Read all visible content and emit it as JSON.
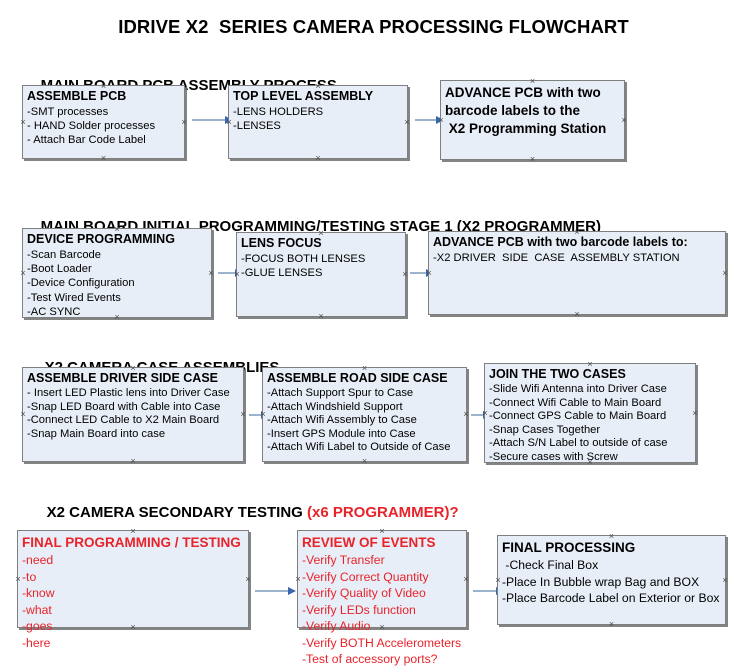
{
  "title": "IDRIVE X2  SERIES CAMERA PROCESSING FLOWCHART",
  "sections": [
    {
      "heading": "MAIN BOARD PCB ASSEMBLY PROCESS",
      "heading_accent": "",
      "boxes": [
        {
          "title": "ASSEMBLE PCB",
          "lines": [
            "-SMT processes",
            "- HAND Solder processes",
            "- Attach Bar Code Label"
          ]
        },
        {
          "title": "TOP LEVEL ASSEMBLY",
          "lines": [
            "-LENS HOLDERS",
            "-LENSES"
          ]
        },
        {
          "title": "ADVANCE PCB with two",
          "lines": [
            "barcode labels to the",
            " X2 Programming Station"
          ]
        }
      ]
    },
    {
      "heading": "MAIN BOARD INITIAL PROGRAMMING/TESTING STAGE 1 (X2 PROGRAMMER)",
      "heading_accent": "",
      "boxes": [
        {
          "title": "DEVICE PROGRAMMING",
          "lines": [
            "-Scan Barcode",
            "-Boot Loader",
            "-Device Configuration",
            "-Test Wired Events",
            "-AC SYNC"
          ]
        },
        {
          "title": "LENS FOCUS",
          "lines": [
            "-FOCUS BOTH LENSES",
            "-GLUE LENSES"
          ]
        },
        {
          "title": "ADVANCE PCB with two barcode labels to:",
          "lines": [
            "-X2 DRIVER  SIDE  CASE  ASSEMBLY STATION"
          ]
        }
      ]
    },
    {
      "heading": "X2 CAMERA CASE ASSEMBLIES",
      "heading_accent": "",
      "boxes": [
        {
          "title": "ASSEMBLE DRIVER SIDE CASE",
          "lines": [
            "- Insert LED Plastic lens into Driver Case",
            "-Snap LED Board with Cable into Case",
            "-Connect LED Cable to X2 Main Board",
            "-Snap Main Board into case"
          ]
        },
        {
          "title": "ASSEMBLE ROAD SIDE CASE",
          "lines": [
            "-Attach Support Spur to Case",
            "-Attach Windshield Support",
            "-Attach Wifi Assembly to Case",
            "-Insert GPS Module into Case",
            "-Attach Wifi Label to Outside of Case"
          ]
        },
        {
          "title": "JOIN THE TWO CASES",
          "lines": [
            "-Slide Wifi Antenna into Driver Case",
            "-Connect Wifi Cable to Main Board",
            "-Connect GPS Cable to Main Board",
            "-Snap Cases Together",
            "-Attach S/N Label to outside of case",
            "-Secure cases with Screw"
          ]
        }
      ]
    },
    {
      "heading": "X2 CAMERA SECONDARY TESTING ",
      "heading_accent": "(x6 PROGRAMMER)?",
      "boxes": [
        {
          "title": "FINAL PROGRAMMING / TESTING",
          "lines": [
            "-need",
            "-to",
            "-know",
            "-what",
            "-goes",
            "-here"
          ]
        },
        {
          "title": "REVIEW OF EVENTS",
          "lines": [
            "-Verify Transfer",
            "-Verify Correct Quantity",
            "-Verify Quality of Video",
            "-Verify LEDs function",
            "-Verify Audio",
            "-Verify BOTH Accelerometers",
            "-Test of accessory ports?"
          ]
        },
        {
          "title": "FINAL PROCESSING",
          "lines": [
            " -Check Final Box",
            "-Place In Bubble wrap Bag and BOX",
            "-Place Barcode Label on Exterior or Box"
          ]
        }
      ]
    }
  ],
  "colors": {
    "box_fill": "#e8eef7",
    "box_border": "#7f7f7f",
    "accent_red": "#e8232a",
    "arrow_line": "#9bb3cc",
    "arrow_head": "#3a66b0"
  }
}
